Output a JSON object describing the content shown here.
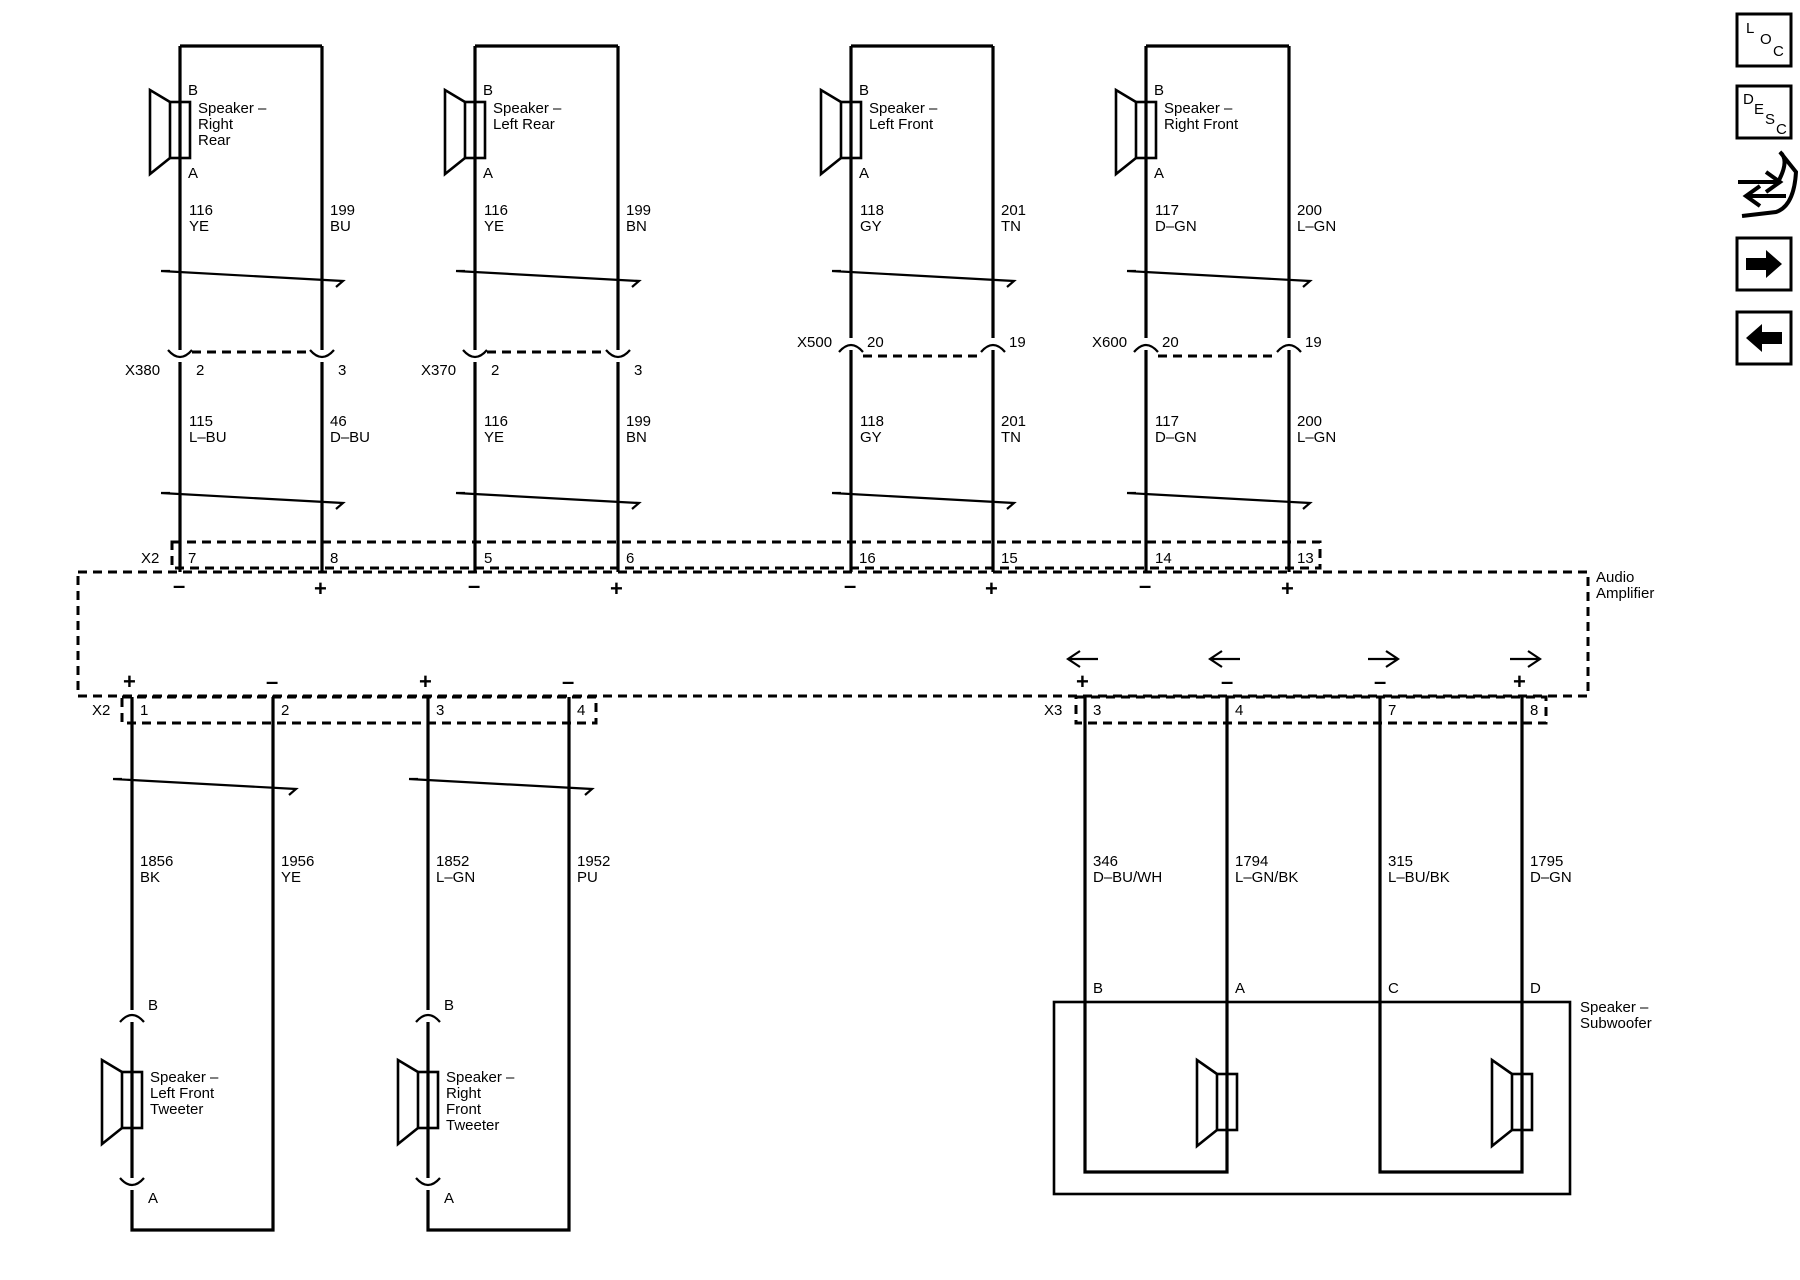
{
  "amplifier": {
    "label": [
      "Audio",
      "Amplifier"
    ]
  },
  "speakers": [
    {
      "id": "right-rear",
      "label": [
        "Speaker –",
        "Right",
        "Rear"
      ],
      "pin_top": "B",
      "pin_bottom": "A"
    },
    {
      "id": "left-rear",
      "label": [
        "Speaker –",
        "Left Rear"
      ],
      "pin_top": "B",
      "pin_bottom": "A"
    },
    {
      "id": "left-front",
      "label": [
        "Speaker –",
        "Left Front"
      ],
      "pin_top": "B",
      "pin_bottom": "A"
    },
    {
      "id": "right-front",
      "label": [
        "Speaker –",
        "Right Front"
      ],
      "pin_top": "B",
      "pin_bottom": "A"
    }
  ],
  "upper_wires": [
    {
      "circuit": "116",
      "color": "YE"
    },
    {
      "circuit": "199",
      "color": "BU"
    },
    {
      "circuit": "116",
      "color": "YE"
    },
    {
      "circuit": "199",
      "color": "BN"
    },
    {
      "circuit": "118",
      "color": "GY"
    },
    {
      "circuit": "201",
      "color": "TN"
    },
    {
      "circuit": "117",
      "color": "D–GN"
    },
    {
      "circuit": "200",
      "color": "L–GN"
    }
  ],
  "inline_connectors": [
    {
      "name": "X380",
      "pins": [
        "2",
        "3"
      ]
    },
    {
      "name": "X370",
      "pins": [
        "2",
        "3"
      ]
    },
    {
      "name": "X500",
      "pins": [
        "20",
        "19"
      ]
    },
    {
      "name": "X600",
      "pins": [
        "20",
        "19"
      ]
    }
  ],
  "mid_wires": [
    {
      "circuit": "115",
      "color": "L–BU"
    },
    {
      "circuit": "46",
      "color": "D–BU"
    },
    {
      "circuit": "116",
      "color": "YE"
    },
    {
      "circuit": "199",
      "color": "BN"
    },
    {
      "circuit": "118",
      "color": "GY"
    },
    {
      "circuit": "201",
      "color": "TN"
    },
    {
      "circuit": "117",
      "color": "D–GN"
    },
    {
      "circuit": "200",
      "color": "L–GN"
    }
  ],
  "amp_top_connector": {
    "name": "X2",
    "pins": [
      "7",
      "8",
      "5",
      "6",
      "16",
      "15",
      "14",
      "13"
    ],
    "polarity": [
      "–",
      "+",
      "–",
      "+",
      "–",
      "+",
      "–",
      "+"
    ]
  },
  "amp_bottom_x2": {
    "name": "X2",
    "pins": [
      "1",
      "2",
      "3",
      "4"
    ],
    "polarity": [
      "+",
      "–",
      "+",
      "–"
    ]
  },
  "amp_bottom_x3": {
    "name": "X3",
    "pins": [
      "3",
      "4",
      "7",
      "8"
    ],
    "polarity": [
      "+",
      "–",
      "–",
      "+"
    ]
  },
  "tweeter_wires": [
    {
      "circuit": "1856",
      "color": "BK"
    },
    {
      "circuit": "1956",
      "color": "YE"
    },
    {
      "circuit": "1852",
      "color": "L–GN"
    },
    {
      "circuit": "1952",
      "color": "PU"
    }
  ],
  "tweeters": [
    {
      "id": "left-front-tweeter",
      "label": [
        "Speaker –",
        "Left Front",
        "Tweeter"
      ],
      "pin_top": "B",
      "pin_bottom": "A"
    },
    {
      "id": "right-front-tweeter",
      "label": [
        "Speaker –",
        "Right",
        "Front",
        "Tweeter"
      ],
      "pin_top": "B",
      "pin_bottom": "A"
    }
  ],
  "sub_wires": [
    {
      "circuit": "346",
      "color": "D–BU/WH"
    },
    {
      "circuit": "1794",
      "color": "L–GN/BK"
    },
    {
      "circuit": "315",
      "color": "L–BU/BK"
    },
    {
      "circuit": "1795",
      "color": "D–GN"
    }
  ],
  "subwoofer": {
    "label": [
      "Speaker –",
      "Subwoofer"
    ],
    "pins": [
      "B",
      "A",
      "C",
      "D"
    ]
  },
  "nav": {
    "loc": [
      "L",
      "O",
      "C"
    ],
    "desc": [
      "D",
      "E",
      "S",
      "C"
    ],
    "icons": [
      "component-swap-icon",
      "arrow-right-icon",
      "arrow-left-icon"
    ]
  }
}
